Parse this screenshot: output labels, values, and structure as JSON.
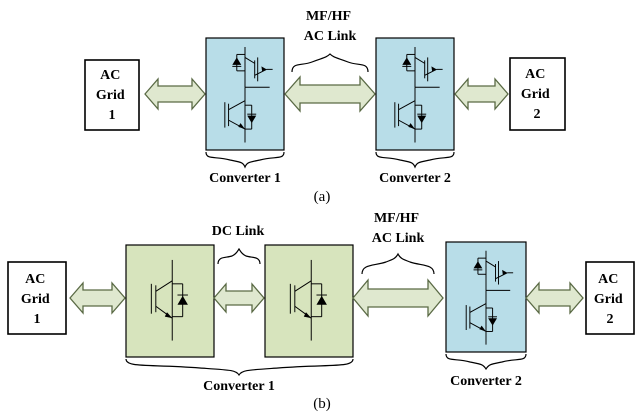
{
  "diagram_a": {
    "grid1": [
      "AC",
      "Grid",
      "1"
    ],
    "grid2": [
      "AC",
      "Grid",
      "2"
    ],
    "link_label": [
      "MF/HF",
      "AC Link"
    ],
    "converter1": "Converter 1",
    "converter2": "Converter 2",
    "caption": "(a)"
  },
  "diagram_b": {
    "grid1": [
      "AC",
      "Grid",
      "1"
    ],
    "grid2": [
      "AC",
      "Grid",
      "2"
    ],
    "dc_link": "DC Link",
    "link_label": [
      "MF/HF",
      "AC Link"
    ],
    "converter1": "Converter 1",
    "converter2": "Converter 2",
    "caption": "(b)"
  },
  "colors": {
    "converter_blue": "#b8dde8",
    "converter_green": "#d7e4bd",
    "arrow_fill": "#dfe8cf"
  }
}
